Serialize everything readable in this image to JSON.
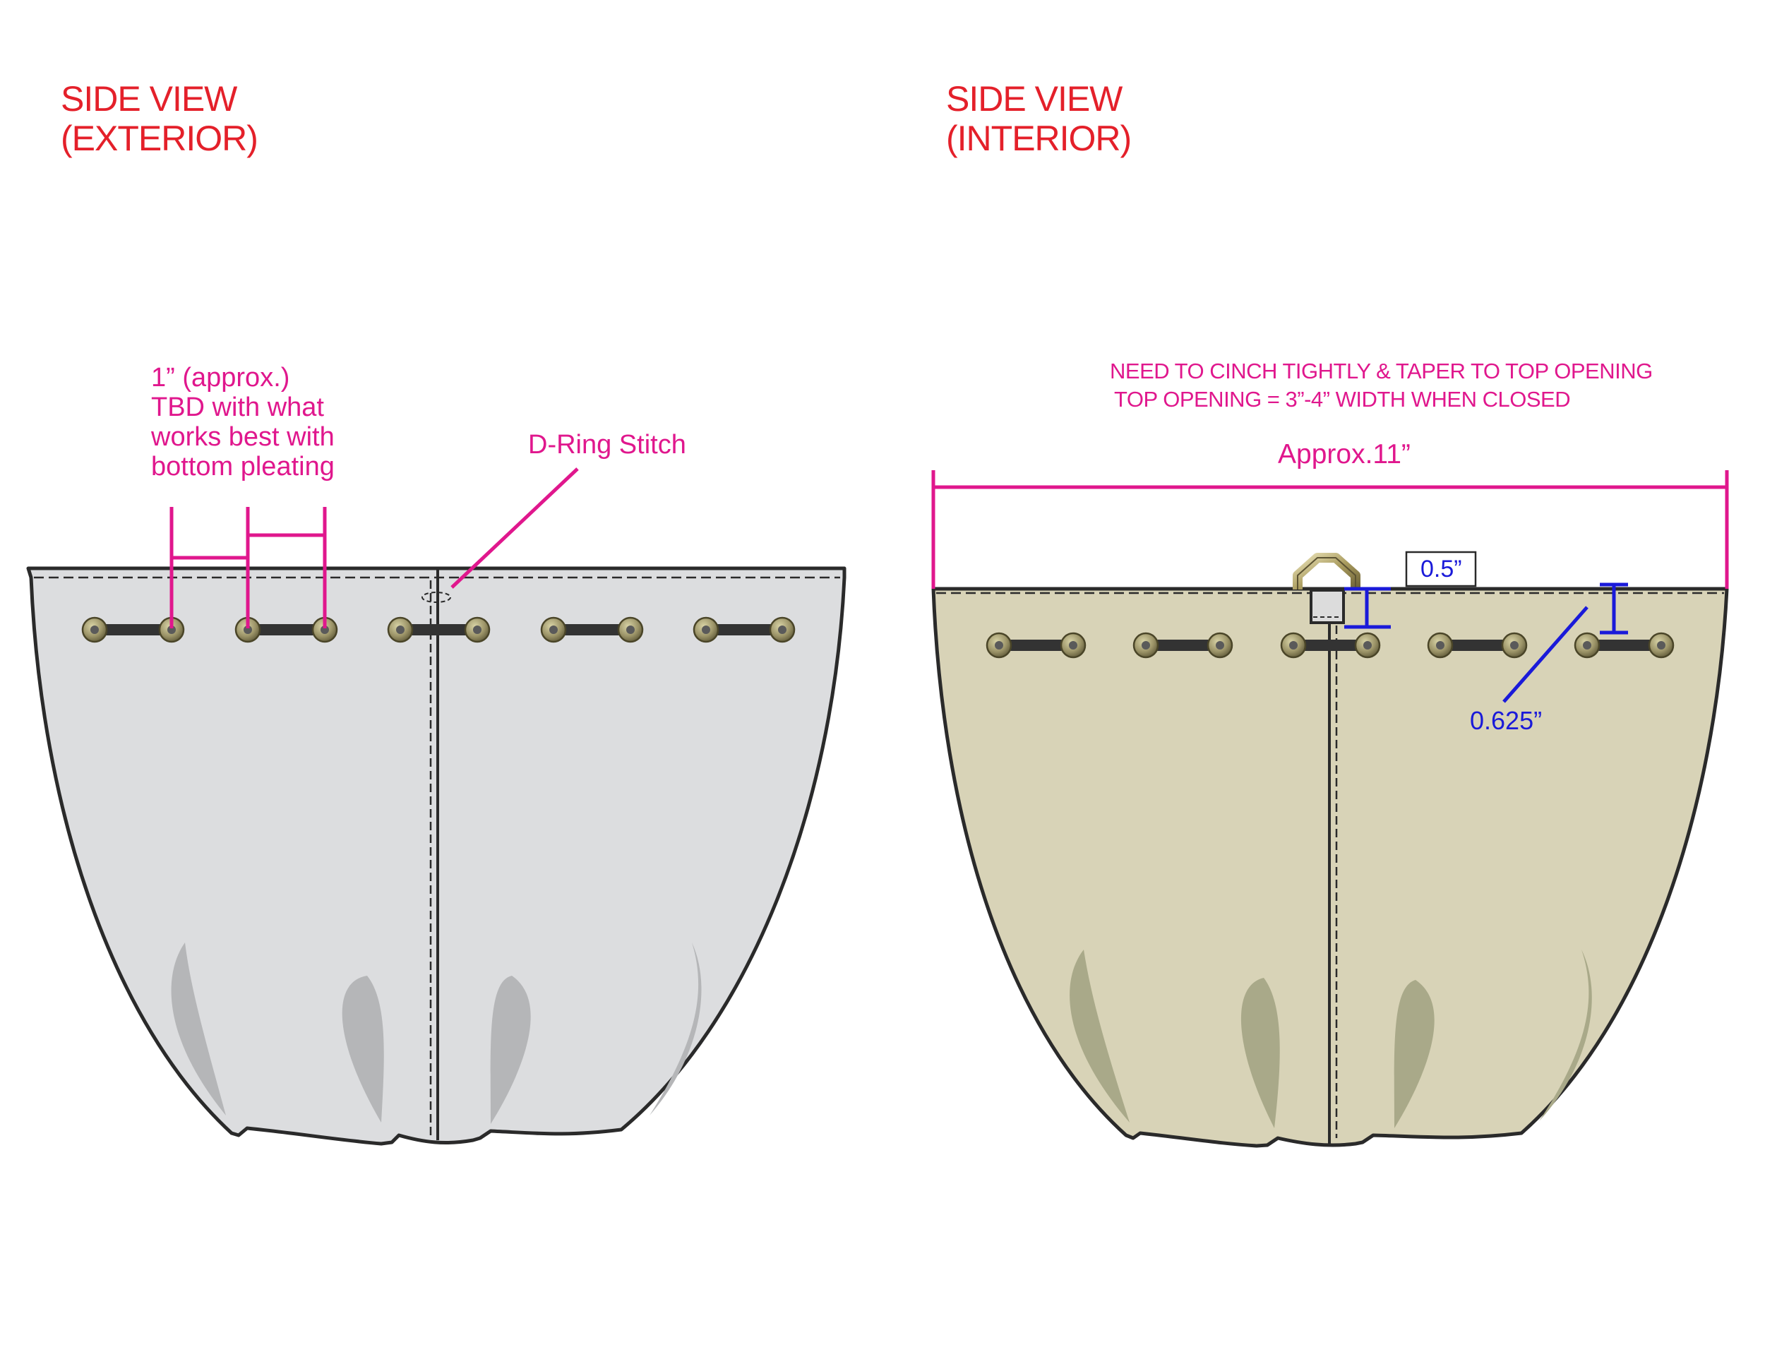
{
  "exterior": {
    "title_line1": "SIDE VIEW",
    "title_line2": "(EXTERIOR)",
    "spacing_note": [
      "1” (approx.)",
      "TBD with what",
      "works best with",
      "bottom pleating"
    ],
    "dring_label": "D-Ring Stitch"
  },
  "interior": {
    "title_line1": "SIDE VIEW",
    "title_line2": "(INTERIOR)",
    "cinch_note_line1": "NEED TO CINCH TIGHTLY & TAPER TO TOP OPENING",
    "cinch_note_line2": "TOP OPENING = 3”-4” WIDTH WHEN CLOSED",
    "width_label": "Approx.11”",
    "dring_height_label": "0.5”",
    "grommet_offset_label": "0.625”"
  },
  "colors": {
    "heading": "#e4202a",
    "annotation": "#e0178d",
    "dimension": "#1a1ad9",
    "exterior_fabric": "#dcdddf",
    "interior_fabric": "#d8d3b7",
    "outline": "#2a2a2a"
  }
}
